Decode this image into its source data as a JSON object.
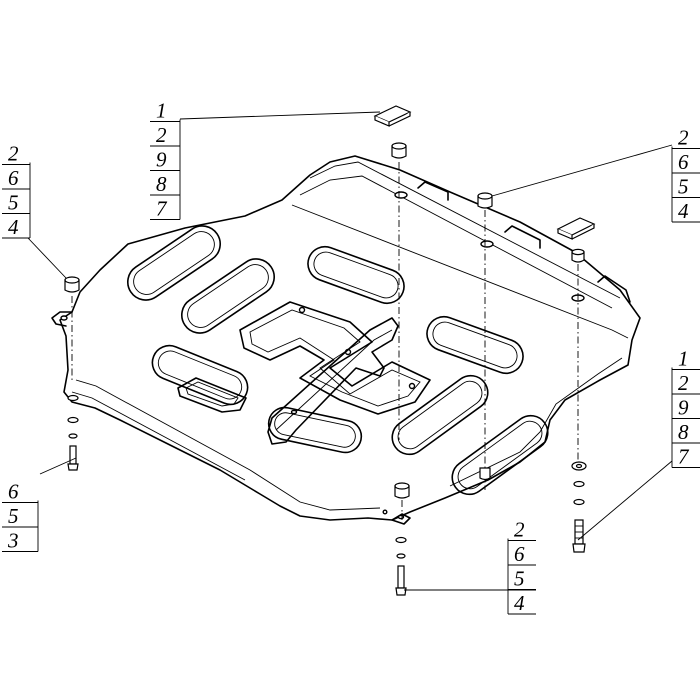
{
  "callouts": {
    "top_center": [
      "1",
      "2",
      "9",
      "8",
      "7"
    ],
    "top_left": [
      "2",
      "6",
      "5",
      "4"
    ],
    "top_right": [
      "2",
      "6",
      "5",
      "4"
    ],
    "right": [
      "1",
      "2",
      "9",
      "8",
      "7"
    ],
    "bottom_left": [
      "6",
      "5",
      "3"
    ],
    "bottom_center": [
      "2",
      "6",
      "5",
      "4"
    ]
  }
}
